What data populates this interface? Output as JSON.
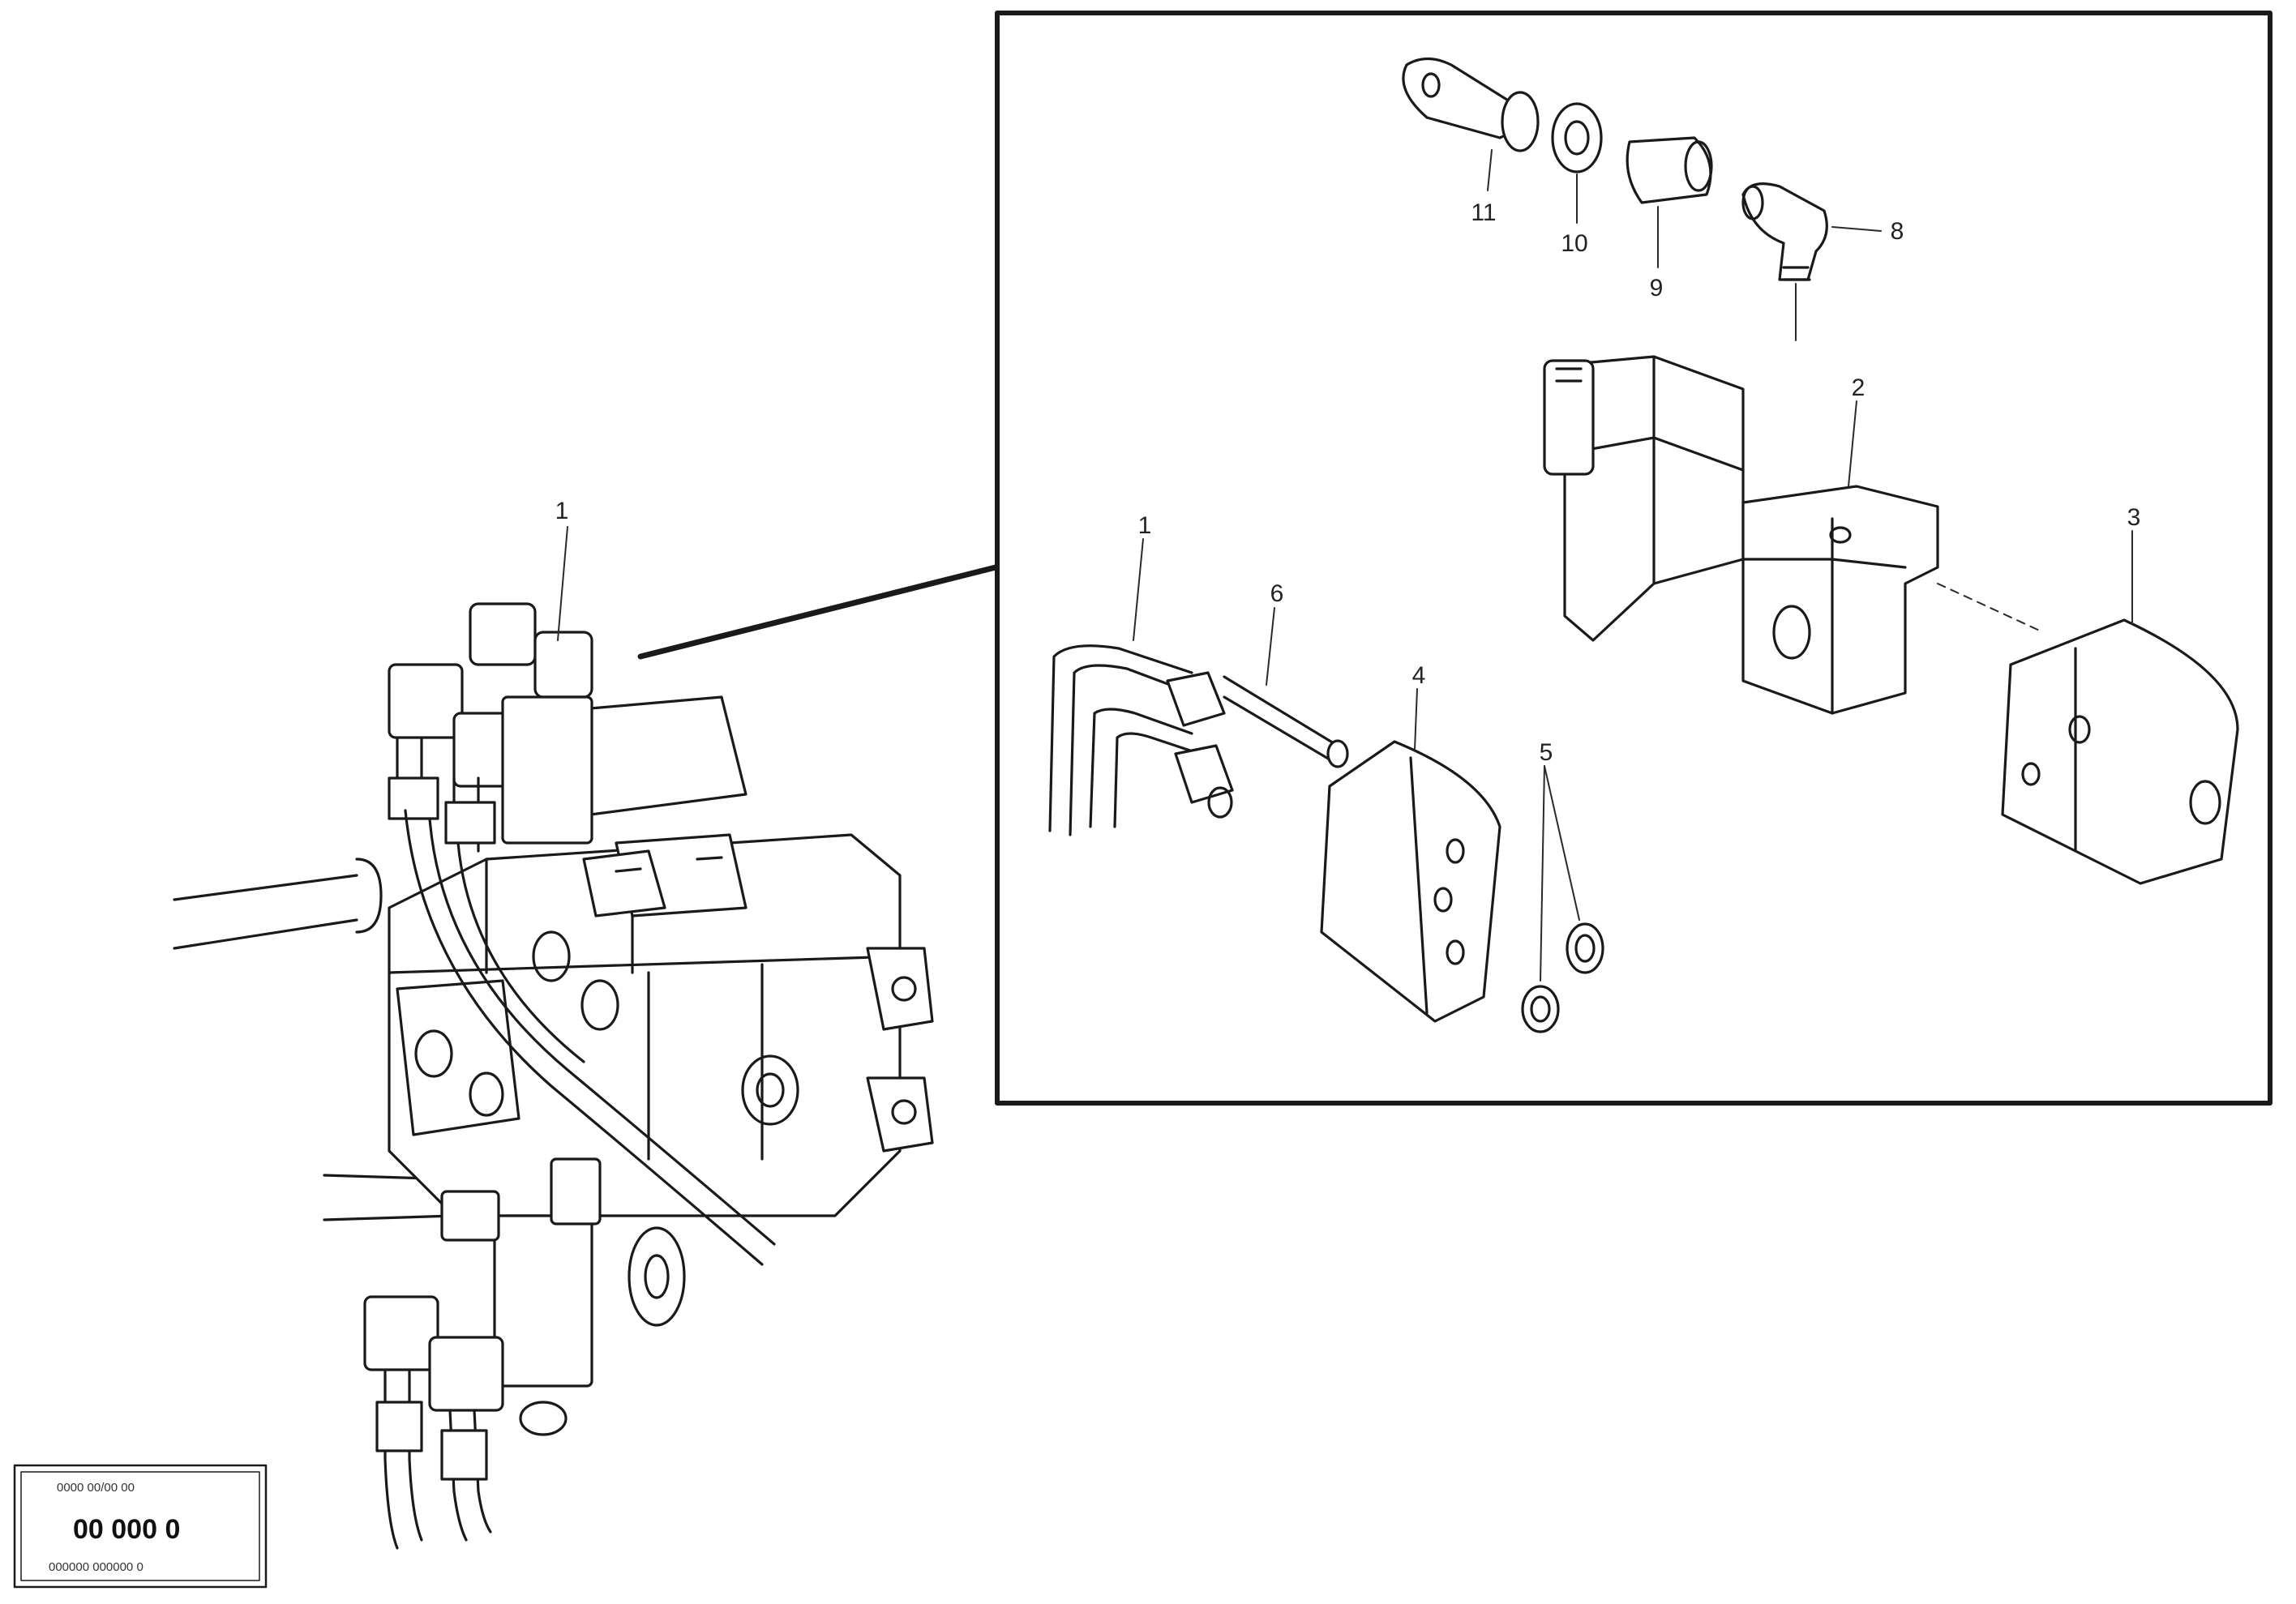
{
  "callouts": {
    "c_1a": "1",
    "c_1b": "1",
    "c_2": "2",
    "c_3": "3",
    "c_4": "4",
    "c_5": "5",
    "c_6": "6",
    "c_8": "8",
    "c_9": "9",
    "c_10": "10",
    "c_11": "11"
  },
  "stamp": {
    "top_line": "0000 00/00 00",
    "code": "00 000 0",
    "bottom_line": "000000 000000 0"
  },
  "colors": {
    "ink": "#1a1a1a",
    "paper": "#ffffff"
  }
}
